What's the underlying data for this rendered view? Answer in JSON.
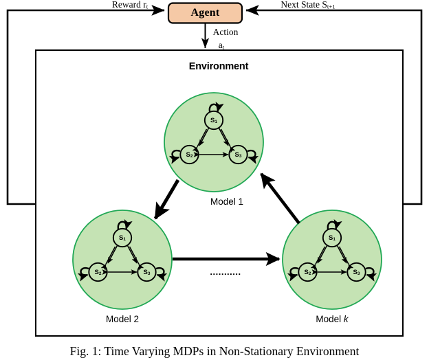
{
  "figure": {
    "caption": "Fig. 1: Time Varying MDPs in Non-Stationary Environment",
    "colors": {
      "agent_fill": "#f5c9a6",
      "agent_stroke": "#000000",
      "model_fill": "#c5e3b4",
      "model_stroke": "#21a855",
      "line": "#000000",
      "background": "#ffffff"
    }
  },
  "agent": {
    "label": "Agent"
  },
  "environment": {
    "label": "Environment"
  },
  "edges": {
    "reward": {
      "text": "Reward r",
      "sub": "t"
    },
    "next_state": {
      "text": "Next State S",
      "sub": "t+1"
    },
    "action": {
      "text": "Action",
      "sub_text": "a",
      "sub": "t"
    },
    "ellipsis": "..........."
  },
  "models": [
    {
      "id": "model-1",
      "label": "Model 1",
      "label_italic": "",
      "states": [
        {
          "id": "s1",
          "text": "S",
          "sub": "1"
        },
        {
          "id": "s2",
          "text": "S",
          "sub": "2"
        },
        {
          "id": "s3",
          "text": "S",
          "sub": "3"
        }
      ]
    },
    {
      "id": "model-2",
      "label": "Model 2",
      "label_italic": "",
      "states": [
        {
          "id": "s1",
          "text": "S",
          "sub": "1"
        },
        {
          "id": "s2",
          "text": "S",
          "sub": "2"
        },
        {
          "id": "s3",
          "text": "S",
          "sub": "3"
        }
      ]
    },
    {
      "id": "model-k",
      "label": "Model ",
      "label_italic": "k",
      "states": [
        {
          "id": "s1",
          "text": "S",
          "sub": "1"
        },
        {
          "id": "s2",
          "text": "S",
          "sub": "2"
        },
        {
          "id": "s3",
          "text": "S",
          "sub": "3"
        }
      ]
    }
  ]
}
